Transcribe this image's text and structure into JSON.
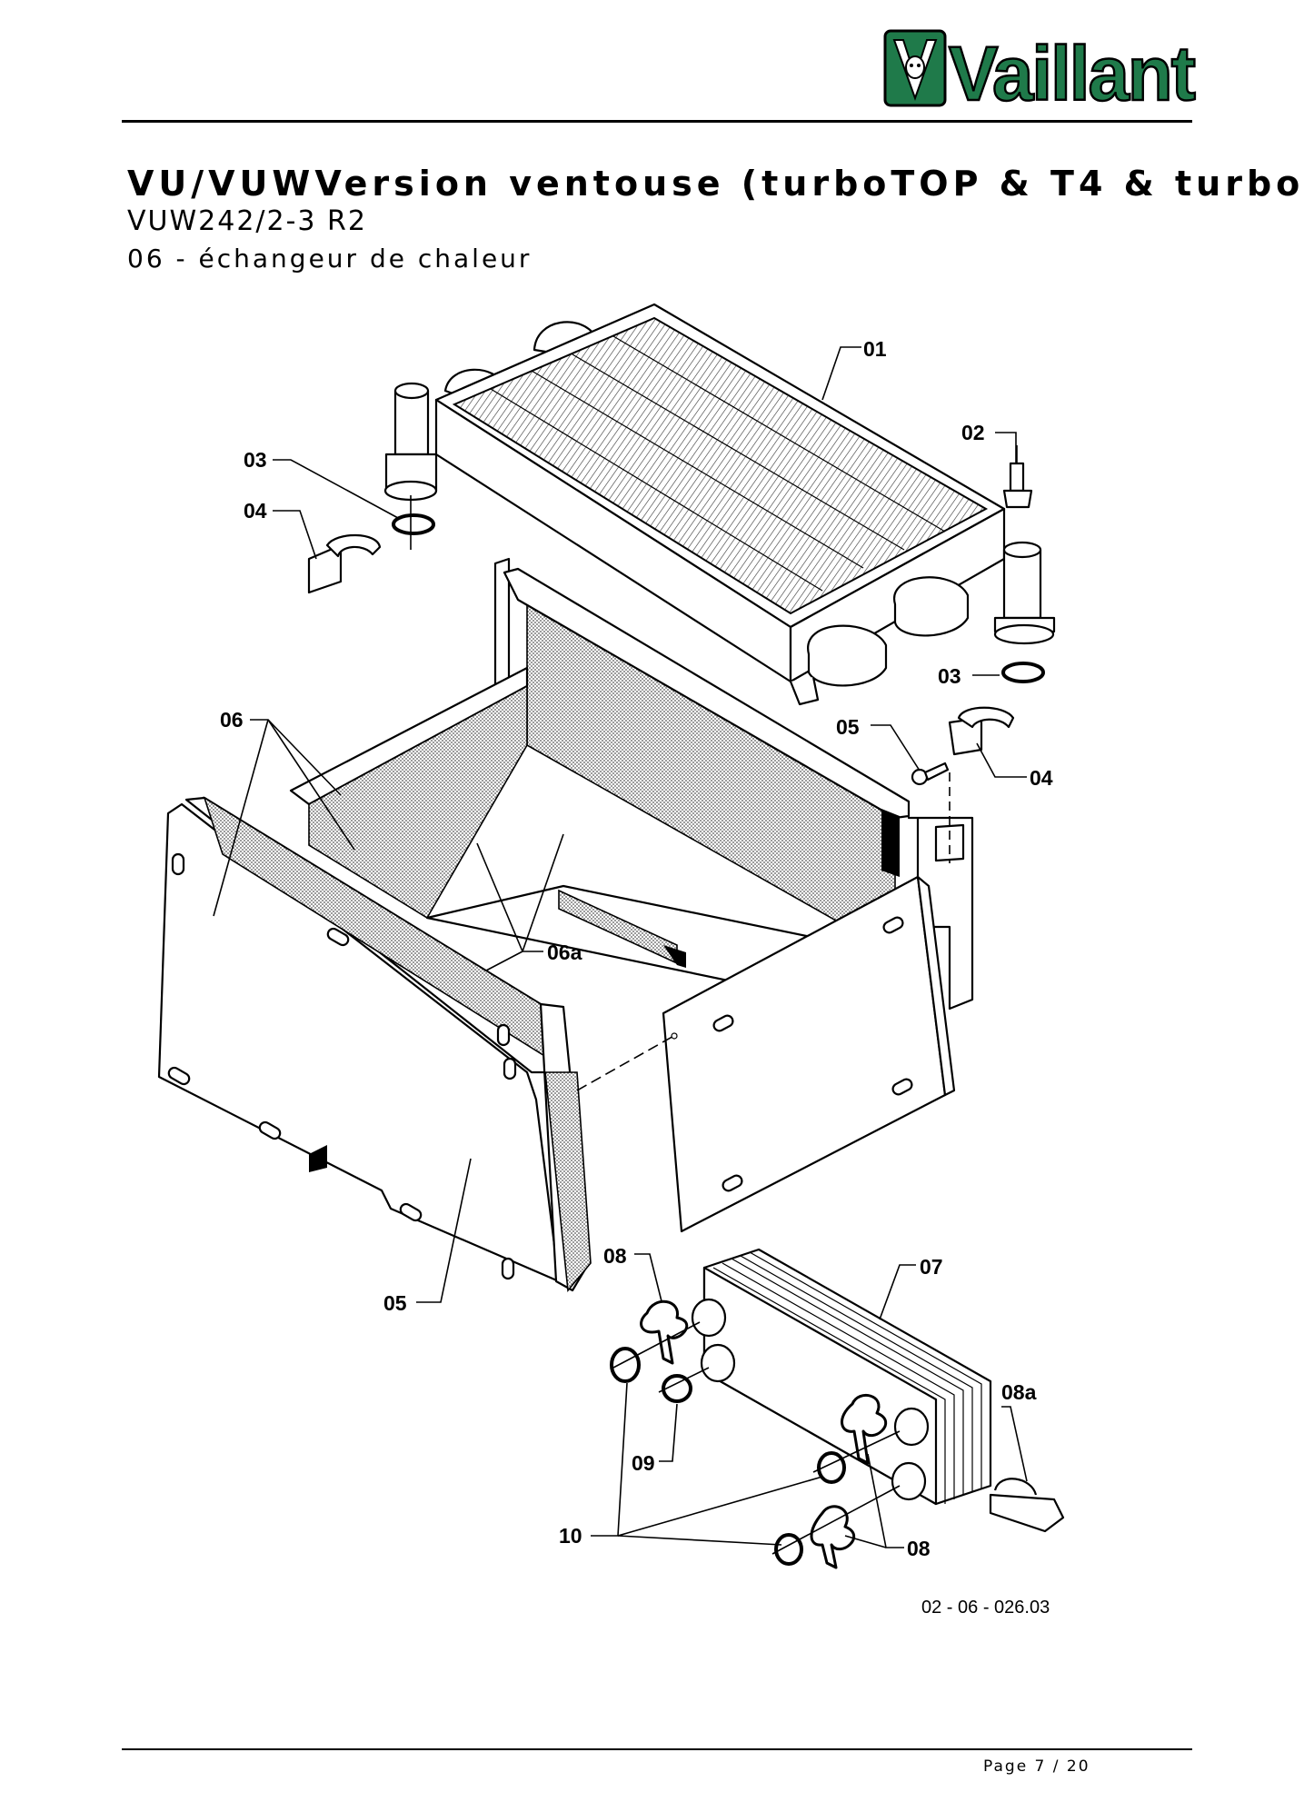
{
  "header": {
    "brand": "Vaillant",
    "title": "VU/VUWVersion ventouse (turboTOP & T4 & turbo",
    "model": "VUW242/2-3 R2",
    "section": "06 - échangeur de chaleur"
  },
  "diagram": {
    "callouts": [
      {
        "id": "01",
        "text": "01"
      },
      {
        "id": "02",
        "text": "02"
      },
      {
        "id": "03a",
        "text": "03"
      },
      {
        "id": "03b",
        "text": "03"
      },
      {
        "id": "04a",
        "text": "04"
      },
      {
        "id": "04b",
        "text": "04"
      },
      {
        "id": "05a",
        "text": "05"
      },
      {
        "id": "05b",
        "text": "05"
      },
      {
        "id": "06",
        "text": "06"
      },
      {
        "id": "06a",
        "text": "06a"
      },
      {
        "id": "07",
        "text": "07"
      },
      {
        "id": "08a",
        "text": "08"
      },
      {
        "id": "08b",
        "text": "08"
      },
      {
        "id": "08c",
        "text": "08a"
      },
      {
        "id": "09",
        "text": "09"
      },
      {
        "id": "10",
        "text": "10"
      }
    ],
    "reference": "02 - 06 - 026.03"
  },
  "footer": {
    "page": "Page 7 / 20"
  },
  "colors": {
    "logo_green": "#1f7a4a",
    "ink": "#000000"
  }
}
